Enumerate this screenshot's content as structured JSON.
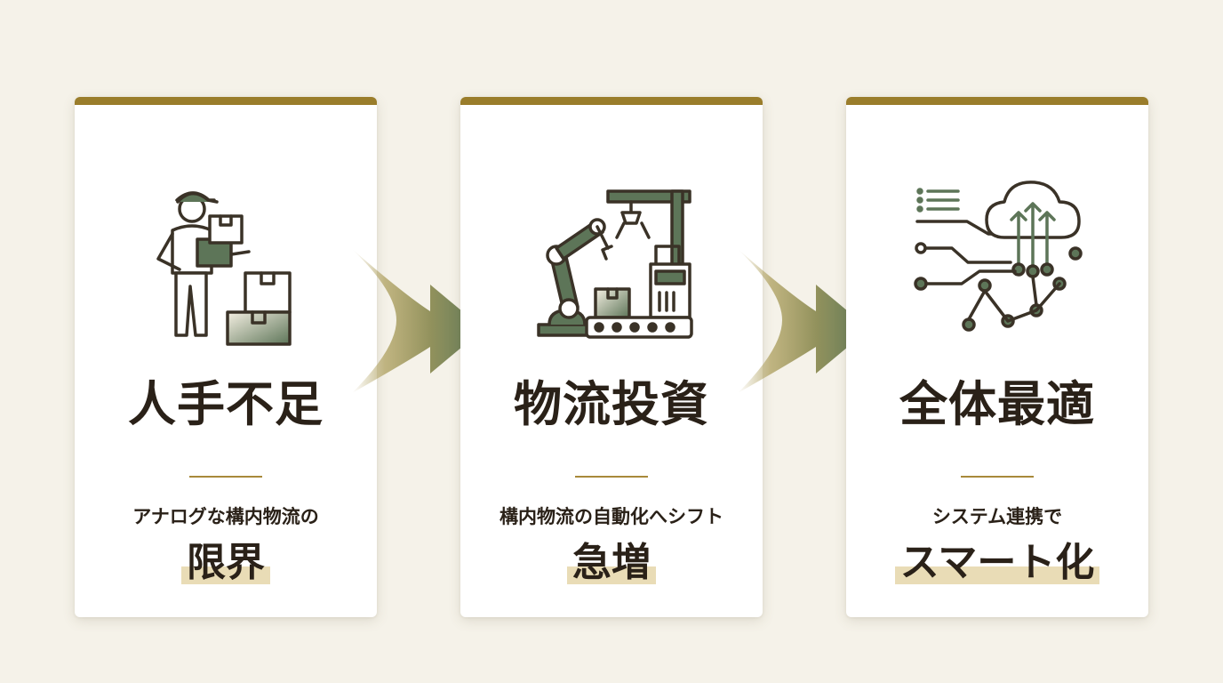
{
  "colors": {
    "background": "#f5f2e9",
    "card": "#ffffff",
    "accent_gold": "#9a7d2b",
    "icon_dark": "#3a3227",
    "icon_green": "#5d7558",
    "highlight": "#e9dcb6",
    "text": "#2a2118"
  },
  "cards": [
    {
      "icon": "worker-with-boxes-icon",
      "title": "人手不足",
      "subtitle": "アナログな構内物流の",
      "emphasis": "限界"
    },
    {
      "icon": "robot-arm-conveyor-icon",
      "title": "物流投資",
      "subtitle": "構内物流の自動化へシフト",
      "emphasis": "急増"
    },
    {
      "icon": "cloud-network-icon",
      "title": "全体最適",
      "subtitle": "システム連携で",
      "emphasis": "スマート化"
    }
  ],
  "arrows": [
    {
      "icon": "right-arrow-icon"
    },
    {
      "icon": "right-arrow-icon"
    }
  ]
}
